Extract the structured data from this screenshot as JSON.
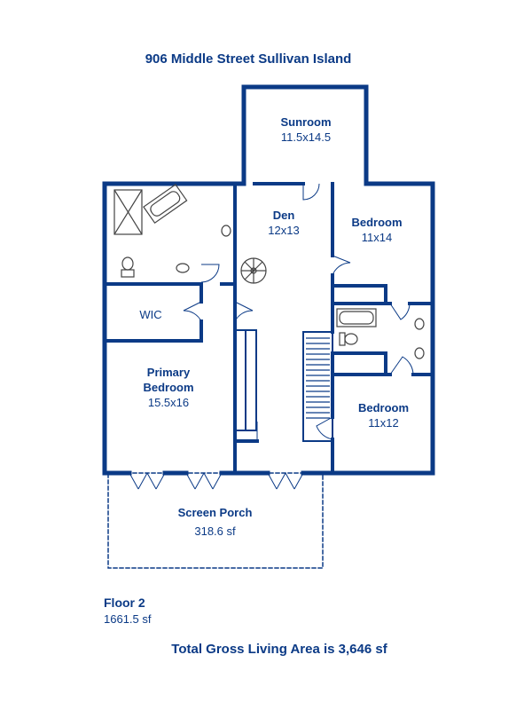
{
  "title": "906 Middle Street Sullivan Island",
  "rooms": {
    "sunroom": {
      "name": "Sunroom",
      "dims": "11.5x14.5"
    },
    "den": {
      "name": "Den",
      "dims": "12x13"
    },
    "bedroom1": {
      "name": "Bedroom",
      "dims": "11x14"
    },
    "wic": {
      "name": "WIC"
    },
    "primary": {
      "name1": "Primary",
      "name2": "Bedroom",
      "dims": "15.5x16"
    },
    "bedroom2": {
      "name": "Bedroom",
      "dims": "11x12"
    },
    "porch": {
      "name": "Screen Porch",
      "area": "318.6 sf"
    }
  },
  "floor": {
    "name": "Floor 2",
    "area": "1661.5 sf"
  },
  "total": "Total Gross Living Area is 3,646 sf",
  "colors": {
    "wall": "#0b3a86",
    "text": "#0b3a86",
    "fixture": "#444444"
  }
}
